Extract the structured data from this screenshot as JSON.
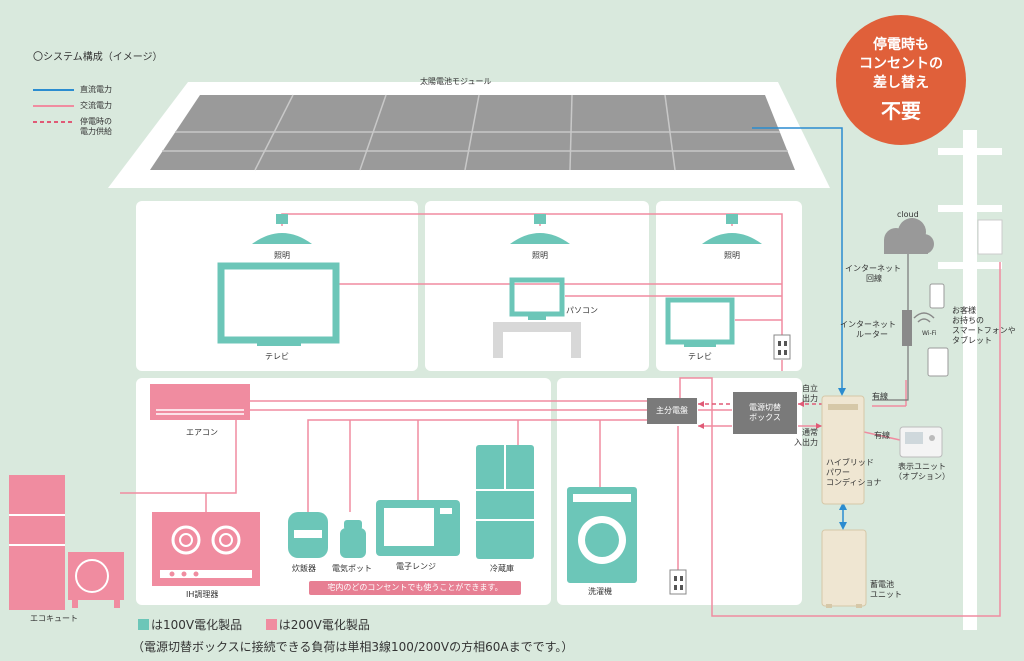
{
  "title": "〇システム構成（イメージ）",
  "legend": {
    "dc": "直流電力",
    "ac": "交流電力",
    "outage_l1": "停電時の",
    "outage_l2": "電力供給"
  },
  "badge": {
    "line1": "停電時も",
    "line2": "コンセントの",
    "line3": "差し替え",
    "big": "不要"
  },
  "labels": {
    "solar": "太陽電池モジュール",
    "light": "照明",
    "tv": "テレビ",
    "pc": "パソコン",
    "aircon": "エアコン",
    "ih": "IH調理器",
    "ecocute": "エコキュート",
    "rice": "炊飯器",
    "pot": "電気ポット",
    "microwave": "電子レンジ",
    "fridge": "冷蔵庫",
    "washer": "洗濯機",
    "cloud": "cloud",
    "internet_l1": "インターネット",
    "internet_l2": "回線",
    "router_l1": "インターネット",
    "router_l2": "ルーター",
    "wifi": "Wi-Fi",
    "smart_l1": "お客様",
    "smart_l2": "お持ちの",
    "smart_l3": "スマートフォンや",
    "smart_l4": "タブレット",
    "wired1": "有線",
    "wired2": "有線",
    "selfout_l1": "自立",
    "selfout_l2": "出力",
    "normal_l1": "通常",
    "normal_l2": "入出力",
    "main_panel": "主分電盤",
    "switch_l1": "電源切替",
    "switch_l2": "ボックス",
    "pcs_l1": "ハイブリッド",
    "pcs_l2": "パワー",
    "pcs_l3": "コンディショナ",
    "display_l1": "表示ユニット",
    "display_l2": "（オプション）",
    "battery_l1": "蓄電池",
    "battery_l2": "ユニット"
  },
  "banner": "宅内のどのコンセントでも使うことができます。",
  "footer": {
    "v100": "は100V電化製品",
    "v200": "は200V電化製品",
    "note": "（電源切替ボックスに接続できる負荷は単相3線100/200Vの方相60Aまでです。）"
  },
  "colors": {
    "teal": "#6cc6b8",
    "pink": "#f08ca0",
    "blue": "#2b8cd0",
    "gray": "#7a7a7a",
    "badge": "#e0603a"
  }
}
